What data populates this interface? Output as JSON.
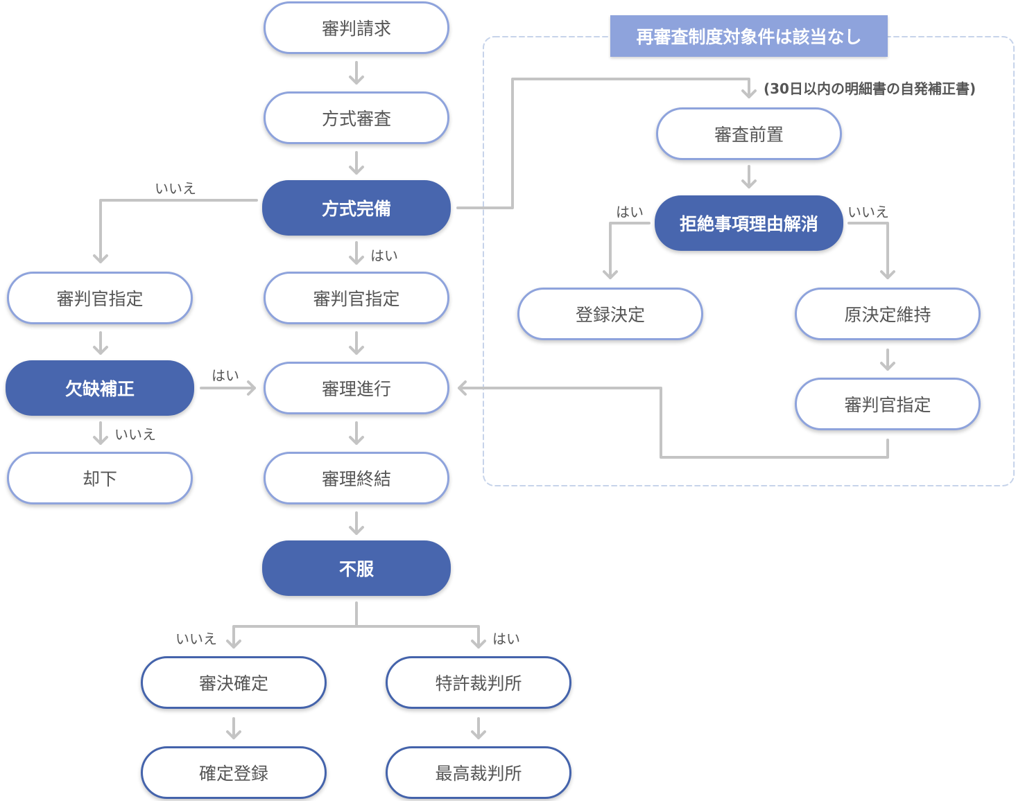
{
  "left_flow": {
    "request": "審判請求",
    "formality_exam": "方式審査",
    "formality_complete": "方式完備",
    "examiner_left": "審判官指定",
    "examiner_center": "審判官指定",
    "defect_correction": "欠缺補正",
    "dismissal": "却下",
    "trial_proceeding": "審理進行",
    "trial_conclusion": "審理終結",
    "dissatisfaction": "不服",
    "decision_final": "審決確定",
    "final_registration": "確定登録",
    "ip_high_court": "特許裁判所",
    "supreme_court": "最高裁判所"
  },
  "reexam_box": {
    "banner": "再審査制度対象件は該当なし",
    "note": "(30日以内の明細書の自発補正書)",
    "pre_exam": "審査前置",
    "rejection_resolved": "拒絶事項理由解消",
    "registration_decision": "登録決定",
    "maintain_original": "原決定維持",
    "examiner_right": "審判官指定"
  },
  "labels": {
    "no_formality": "いいえ",
    "yes_formality": "はい",
    "yes_defect": "はい",
    "no_defect": "いいえ",
    "yes_resolved": "はい",
    "no_resolved": "いいえ",
    "no_appeal": "いいえ",
    "yes_appeal": "はい"
  },
  "colors": {
    "node_dark": "#4866ae",
    "border_light": "#8ea3dc",
    "border_dark": "#4463ab",
    "connector": "#c4c4c4",
    "dashed_box": "#c6d3ea"
  }
}
